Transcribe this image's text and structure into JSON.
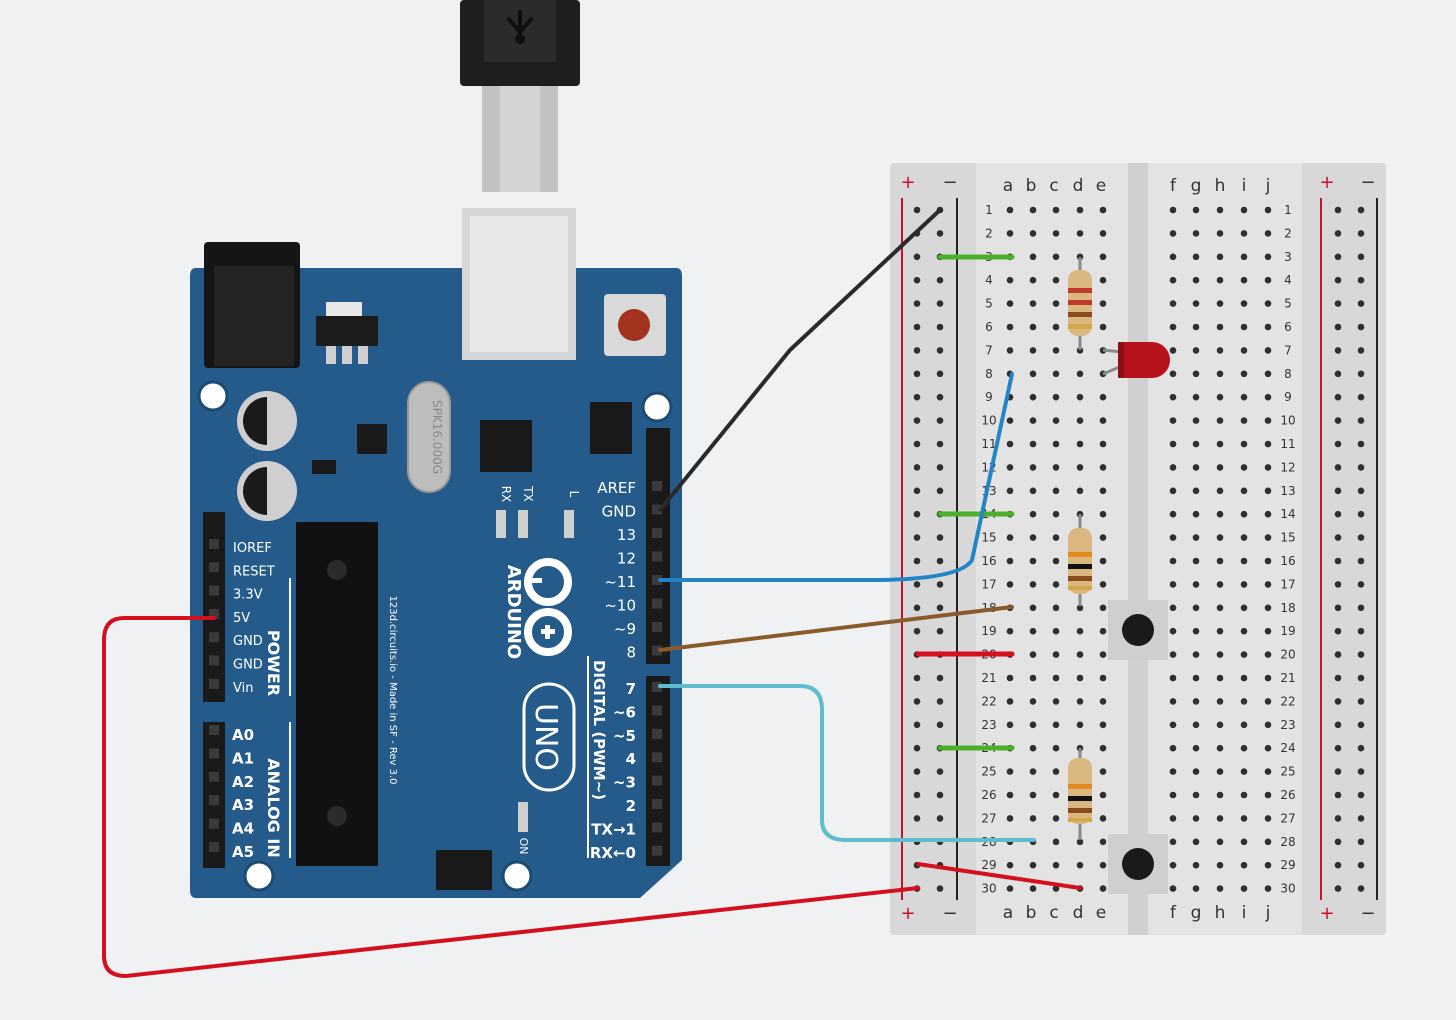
{
  "board": {
    "brand": "ARDUINO",
    "model": "UNO",
    "crystal": "SPK16.000G",
    "credit": "123d.circuits.io - Made in SF - Rev 3.0",
    "power_header": "POWER",
    "analog_header": "ANALOG IN",
    "digital_header": "DIGITAL (PWM~)",
    "on_label": "ON",
    "led_labels": [
      "RX",
      "TX",
      "L"
    ],
    "power_pins": [
      "IOREF",
      "RESET",
      "3.3V",
      "5V",
      "GND",
      "GND",
      "Vin"
    ],
    "analog_pins": [
      "A0",
      "A1",
      "A2",
      "A3",
      "A4",
      "A5"
    ],
    "digital_pins_top": [
      "AREF",
      "GND",
      "13",
      "12",
      "~11",
      "~10",
      "~9",
      "8"
    ],
    "digital_pins_bottom": [
      "7",
      "~6",
      "~5",
      "4",
      "~3",
      "2",
      "TX→1",
      "RX←0"
    ]
  },
  "breadboard": {
    "plus_label": "+",
    "minus_label": "−",
    "cols_left": [
      "a",
      "b",
      "c",
      "d",
      "e"
    ],
    "cols_right": [
      "f",
      "g",
      "h",
      "i",
      "j"
    ],
    "rows": [
      "1",
      "2",
      "3",
      "4",
      "5",
      "6",
      "7",
      "8",
      "9",
      "10",
      "11",
      "12",
      "13",
      "14",
      "15",
      "16",
      "17",
      "18",
      "19",
      "20",
      "21",
      "22",
      "23",
      "24",
      "25",
      "26",
      "27",
      "28",
      "29",
      "30"
    ]
  },
  "colors": {
    "board_blue": "#245b8a",
    "wire_black": "#2a2a2a",
    "wire_blue": "#2384c6",
    "wire_brown": "#8a5a2b",
    "wire_cyan": "#5fbccc",
    "wire_red": "#d4101e",
    "wire_green": "#4caf2a",
    "led_red": "#b5121b"
  },
  "components": [
    {
      "name": "resistor",
      "bands": [
        "#c0392b",
        "#c0392b",
        "#8a4a1c",
        "#d4a84a"
      ]
    },
    {
      "name": "resistor",
      "bands": [
        "#e38a1e",
        "#111111",
        "#8a4a1c",
        "#d4a84a"
      ]
    },
    {
      "name": "resistor",
      "bands": [
        "#e38a1e",
        "#111111",
        "#8a4a1c",
        "#d4a84a"
      ]
    },
    {
      "name": "led",
      "color": "red"
    },
    {
      "name": "pushbutton"
    },
    {
      "name": "pushbutton"
    }
  ]
}
